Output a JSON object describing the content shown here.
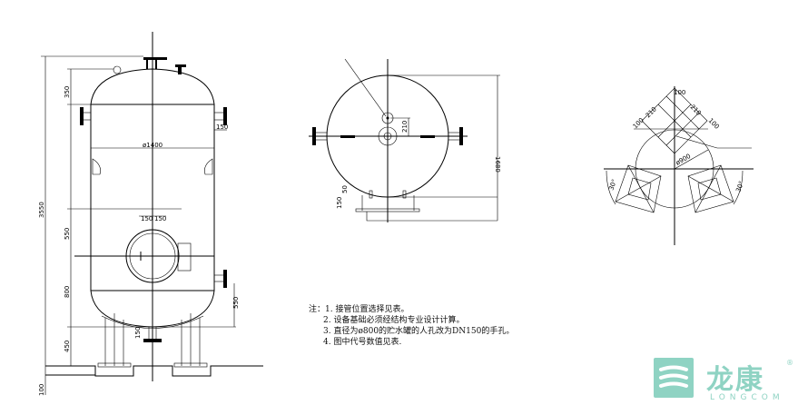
{
  "front_view": {
    "overall_height": "3550",
    "top_head_height": "350",
    "diameter": "ø1400",
    "manhole_offset": "550",
    "shell_lower": "800",
    "leg_height": "450",
    "base": "100",
    "nozzle_offset": "150",
    "side_nozzle_height": "550",
    "bottom_nozzle": "150",
    "sensor_spacing_left": "150",
    "sensor_spacing_right": "150"
  },
  "top_view": {
    "overall": "1680",
    "nozzle_offset": "210",
    "leg_dim_a": "50",
    "leg_dim_b": "150"
  },
  "support_view": {
    "diameter": "ø900",
    "dim_a": "100",
    "dim_b": "210",
    "dim_c": "210",
    "dim_d": "100",
    "dim_e": "100",
    "angle_left": "30°",
    "angle_right": "30°"
  },
  "notes": {
    "prefix": "注：",
    "items": [
      "1. 接管位置选择见表。",
      "2. 设备基础必须经结构专业设计计算。",
      "3. 直径为ø800的贮水罐的人孔改为DN150的手孔。",
      "4. 图中代号数值见表."
    ]
  },
  "logo": {
    "cn": "龙康",
    "en": "LONGCOM",
    "mark": "®"
  },
  "colors": {
    "line": "#000000",
    "logo": "#8fd3c3"
  }
}
